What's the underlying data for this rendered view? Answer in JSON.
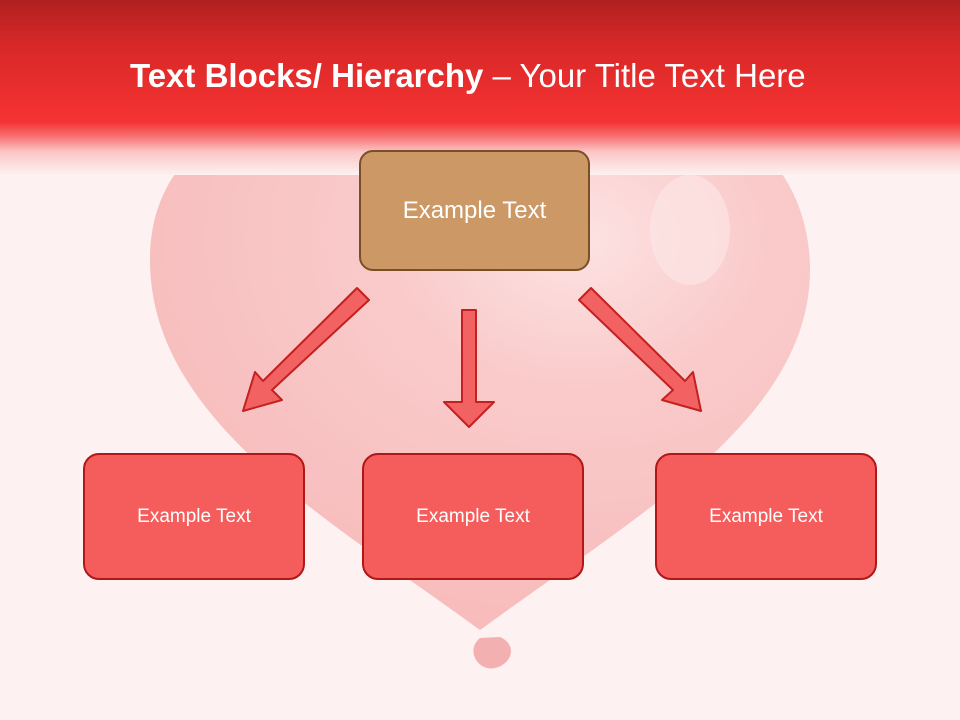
{
  "slide": {
    "title_bold": "Text Blocks/ Hierarchy",
    "title_rest": " – Your Title Text Here"
  },
  "hierarchy": {
    "top": {
      "label": "Example Text"
    },
    "children": [
      {
        "label": "Example Text"
      },
      {
        "label": "Example Text"
      },
      {
        "label": "Example Text"
      }
    ]
  },
  "colors": {
    "header_red": "#f03030",
    "top_box_fill": "#cc9966",
    "top_box_border": "#7a4f25",
    "child_box_fill": "#f55c5c",
    "child_box_border": "#b01818",
    "arrow_fill": "#f26262",
    "arrow_stroke": "#c42020"
  }
}
